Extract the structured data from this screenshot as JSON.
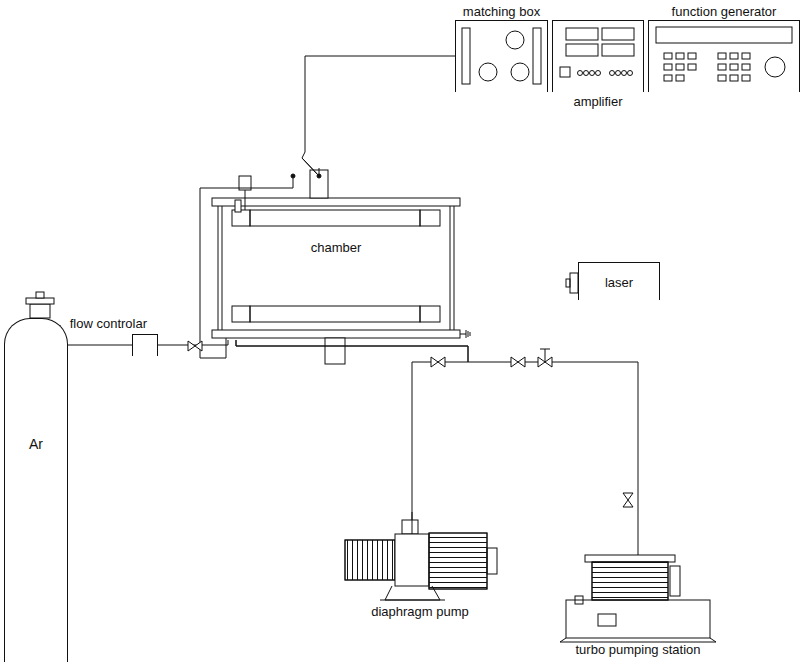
{
  "diagram": {
    "nodes": [
      {
        "text": [
          "matching box"
        ]
      },
      {
        "text": [
          "amplifier"
        ]
      },
      {
        "text": [
          "function generator"
        ]
      },
      {
        "text": [
          "chamber"
        ]
      },
      {
        "text": [
          "laser"
        ]
      },
      {
        "text": [
          "flow controlar"
        ]
      },
      {
        "text": [
          "Ar"
        ]
      },
      {
        "text": [
          "diaphragm pump"
        ]
      },
      {
        "text": [
          "turbo pumping station"
        ]
      }
    ],
    "edges": [
      {
        "from": 0,
        "to": 3,
        "arrow": "none"
      },
      {
        "from": 6,
        "to": 5,
        "arrow": "none"
      },
      {
        "from": 5,
        "to": 3,
        "arrow": "none"
      },
      {
        "from": 3,
        "to": 7,
        "arrow": "none"
      },
      {
        "from": 3,
        "to": 8,
        "arrow": "none"
      }
    ]
  }
}
